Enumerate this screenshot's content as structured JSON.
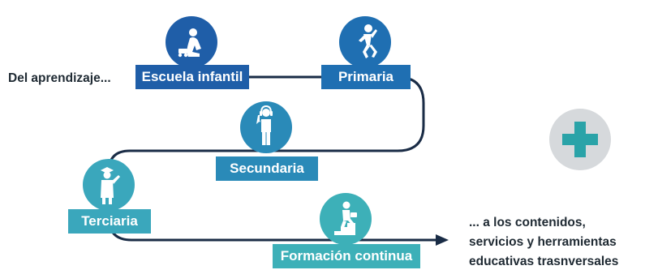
{
  "intro_text": "Del aprendizaje...",
  "stages": [
    {
      "label": "Escuela infantil",
      "icon": "toddler-icon",
      "color": "#1f5ea8"
    },
    {
      "label": "Primaria",
      "icon": "running-child-icon",
      "color": "#1f6fb2"
    },
    {
      "label": "Secundaria",
      "icon": "teen-headphones-icon",
      "color": "#2a8ab8"
    },
    {
      "label": "Terciaria",
      "icon": "graduate-icon",
      "color": "#3aa7bc"
    },
    {
      "label": "Formación continua",
      "icon": "climbing-stairs-icon",
      "color": "#3db0b8"
    }
  ],
  "outro_lines": [
    "... a los contenidos,",
    "servicios y herramientas",
    "educativas trasnversales"
  ],
  "plus_icon": "plus-icon",
  "colors": {
    "path": "#1a2c46",
    "plus": "#2aa3a8",
    "plus_disc": "#d6d9dc"
  }
}
